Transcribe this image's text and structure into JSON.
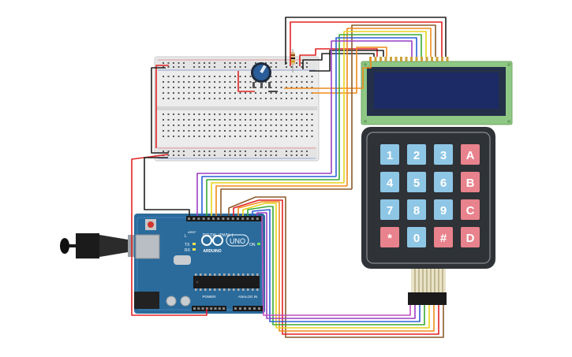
{
  "board": {
    "logo": "ARDUINO",
    "model": "UNO",
    "header_digital": "DIGITAL (PWM~)",
    "header_power": "POWER",
    "header_analog": "ANALOG IN",
    "tx_label": "TX",
    "rx_label": "RX",
    "on_label": "ON",
    "l_label": "L",
    "aref_label": "AREF",
    "gnd_label": "GND"
  },
  "keypad": {
    "keys": [
      {
        "label": "1",
        "kind": "num"
      },
      {
        "label": "2",
        "kind": "num"
      },
      {
        "label": "3",
        "kind": "num"
      },
      {
        "label": "A",
        "kind": "letter"
      },
      {
        "label": "4",
        "kind": "num"
      },
      {
        "label": "5",
        "kind": "num"
      },
      {
        "label": "6",
        "kind": "num"
      },
      {
        "label": "B",
        "kind": "letter"
      },
      {
        "label": "7",
        "kind": "num"
      },
      {
        "label": "8",
        "kind": "num"
      },
      {
        "label": "9",
        "kind": "num"
      },
      {
        "label": "C",
        "kind": "letter"
      },
      {
        "label": "*",
        "kind": "letter"
      },
      {
        "label": "0",
        "kind": "num"
      },
      {
        "label": "#",
        "kind": "letter"
      },
      {
        "label": "D",
        "kind": "letter"
      }
    ]
  },
  "colors": {
    "background": "#ffffff",
    "arduino_blue": "#2a6b9c",
    "lcd_green": "#8fc784",
    "lcd_screen": "#1c2a66",
    "keypad_body": "#2f3236",
    "key_blue": "#8ec6e6",
    "key_red": "#e8828c",
    "breadboard": "#ececec",
    "wire_red": "#e02424",
    "wire_black": "#202020",
    "wire_orange": "#f08a1c"
  }
}
